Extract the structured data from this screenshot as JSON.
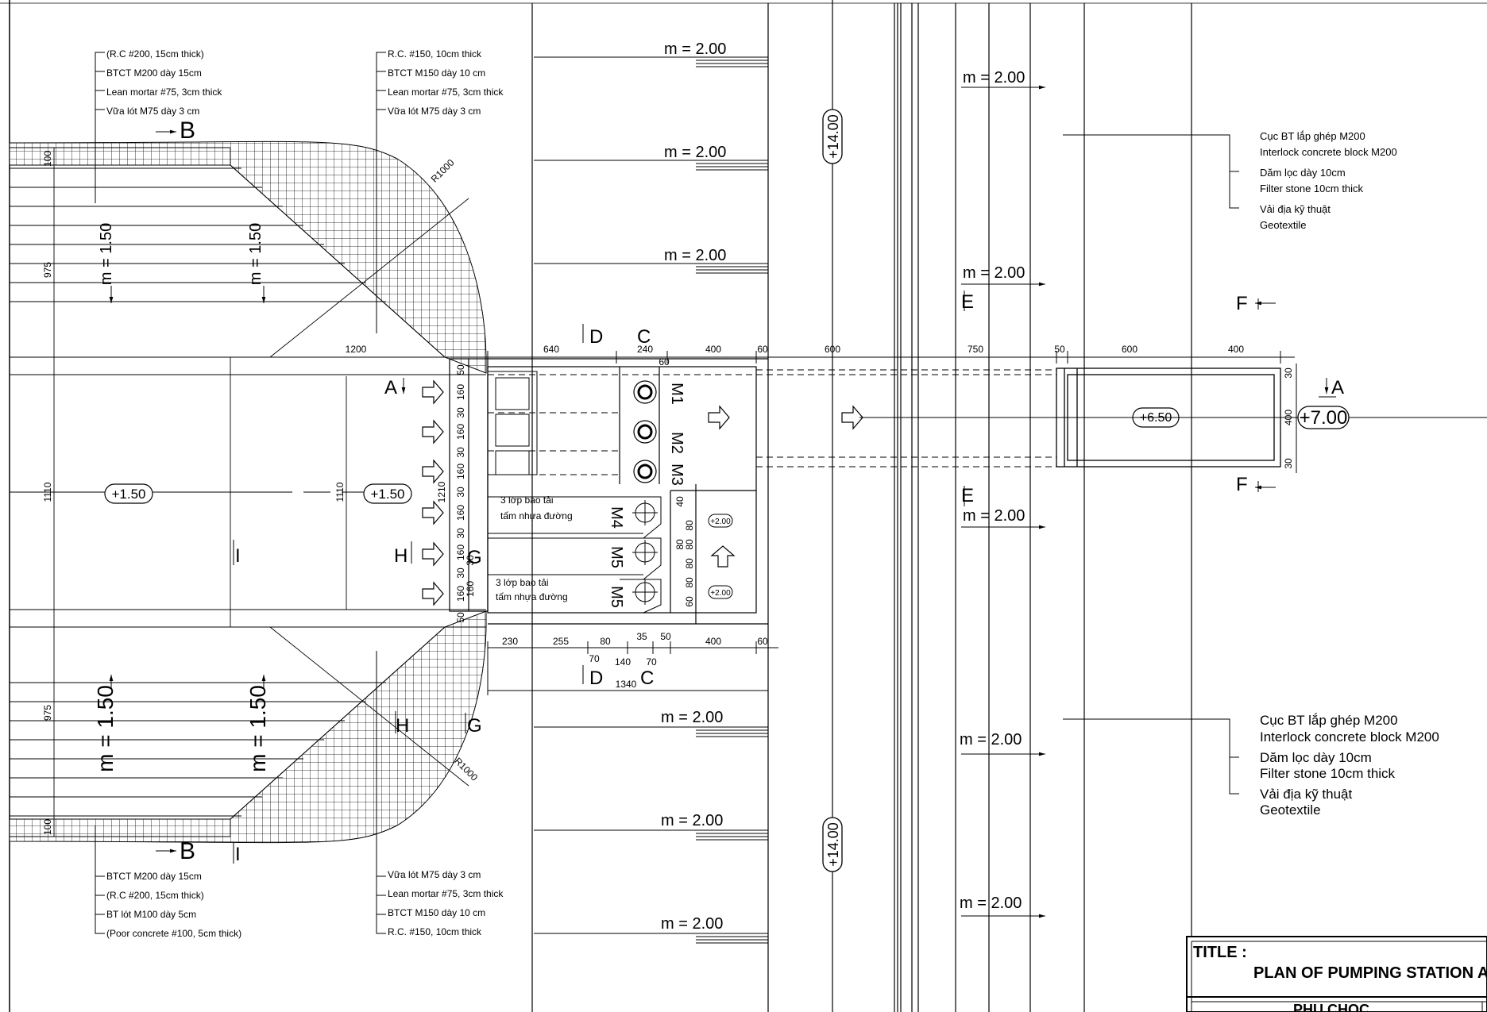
{
  "slope_labels": {
    "channel_top_1": "m = 2.00",
    "channel_top_2": "m = 2.00",
    "channel_top_3": "m = 2.00",
    "channel_bot_1": "m = 2.00",
    "channel_bot_2": "m = 2.00",
    "channel_bot_3": "m = 2.00",
    "right_1": "m = 2.00",
    "right_2": "m = 2.00",
    "right_3": "m = 2.00",
    "right_4": "m = 2.00",
    "right_5": "m = 2.00",
    "left_top_1": "m = 1.50",
    "left_top_2": "m = 1.50",
    "left_bot_1": "m = 1.50",
    "left_bot_2": "m = 1.50"
  },
  "elevations": {
    "left_1": "+1.50",
    "left_2": "+1.50",
    "road_top": "+14.00",
    "road_bot": "+14.00",
    "outlet": "+6.50",
    "bank": "+7.00",
    "pump_1": "+2.00",
    "pump_2": "+2.00"
  },
  "dimensions": {
    "d1200": "1200",
    "d640": "640",
    "d240": "240",
    "d400": "400",
    "d60": "60",
    "d60b": "60",
    "d600": "600",
    "d750": "750",
    "d50": "50",
    "d600b": "600",
    "d400b": "400",
    "d975a": "975",
    "d975b": "975",
    "d1110a": "1110",
    "d1110b": "1110",
    "d100a": "100",
    "d100b": "100",
    "d1210": "1210",
    "d230": "230",
    "d255": "255",
    "d80": "80",
    "d35": "35",
    "d50b": "50",
    "d400c": "400",
    "d60c": "60",
    "d70a": "70",
    "d140": "140",
    "d70b": "70",
    "d1340": "1340",
    "r1000a": "R1000",
    "r1000b": "R1000",
    "v50a": "50",
    "v160a": "160",
    "v30a": "30",
    "v160b": "160",
    "v30b": "30",
    "v160c": "160",
    "v30c": "30",
    "v160d": "160",
    "v30d": "30",
    "v160e": "160",
    "v30e": "30",
    "v160f": "160",
    "v30f": "30",
    "v160g": "160",
    "v50b": "50",
    "w40": "40",
    "w80a": "80",
    "w80b": "80",
    "w80c": "80",
    "w80d": "80",
    "w80e": "80",
    "w60": "60",
    "o30a": "30",
    "o400": "400",
    "o30b": "30"
  },
  "section_marks": {
    "B_top": "B",
    "B_bot": "B",
    "D_top": "D",
    "C_top": "C",
    "D_bot": "D",
    "C_bot": "C",
    "A_left": "A",
    "A_right": "A",
    "H_left": "H",
    "H_bot": "H",
    "G_mid": "G",
    "G_bot": "G",
    "I_mid": "I",
    "I_bot": "I",
    "E_top": "E",
    "E_bot": "E",
    "F_top": "F",
    "F_bot": "F"
  },
  "pumps": [
    "M1",
    "M2",
    "M3",
    "M4",
    "M5",
    "M5"
  ],
  "notes": {
    "sandbag_1a": "3 lớp bao tải",
    "sandbag_1b": "tấm nhựa đường",
    "sandbag_2a": "3 lớp bao tải",
    "sandbag_2b": "tấm nhựa đường"
  },
  "layers": {
    "top_left": [
      "(R.C #200, 15cm thick)",
      "BTCT M200 dày 15cm",
      "Lean mortar #75, 3cm thick",
      "Vữa lót M75 dày 3 cm"
    ],
    "top_mid": [
      "R.C. #150, 10cm thick",
      "BTCT M150 dày 10 cm",
      "Lean mortar #75, 3cm thick",
      "Vữa lót M75 dày 3 cm"
    ],
    "bot_left": [
      "BTCT M200 dày 15cm",
      "(R.C #200, 15cm thick)",
      "BT lót M100 dày 5cm",
      "(Poor concrete #100, 5cm thick)"
    ],
    "bot_mid": [
      "Vữa lót M75 dày 3 cm",
      "Lean mortar #75, 3cm thick",
      "BTCT M150 dày 10 cm",
      "R.C. #150, 10cm thick"
    ],
    "right_top": [
      "Cục BT lắp ghép M200",
      "Interlock concrete block M200",
      "Dăm lọc dày 10cm",
      "Filter stone 10cm thick",
      "Vải địa kỹ thuật",
      "Geotextile"
    ],
    "right_bot": [
      "Cục BT lắp ghép M200",
      "Interlock concrete block M200",
      "Dăm lọc dày 10cm",
      "Filter stone 10cm thick",
      "Vải địa kỹ thuật",
      "Geotextile"
    ]
  },
  "title_block": {
    "label": "TITLE :",
    "title": "PLAN OF PUMPING STATION AND",
    "subtitle": "PHU CHOC"
  }
}
